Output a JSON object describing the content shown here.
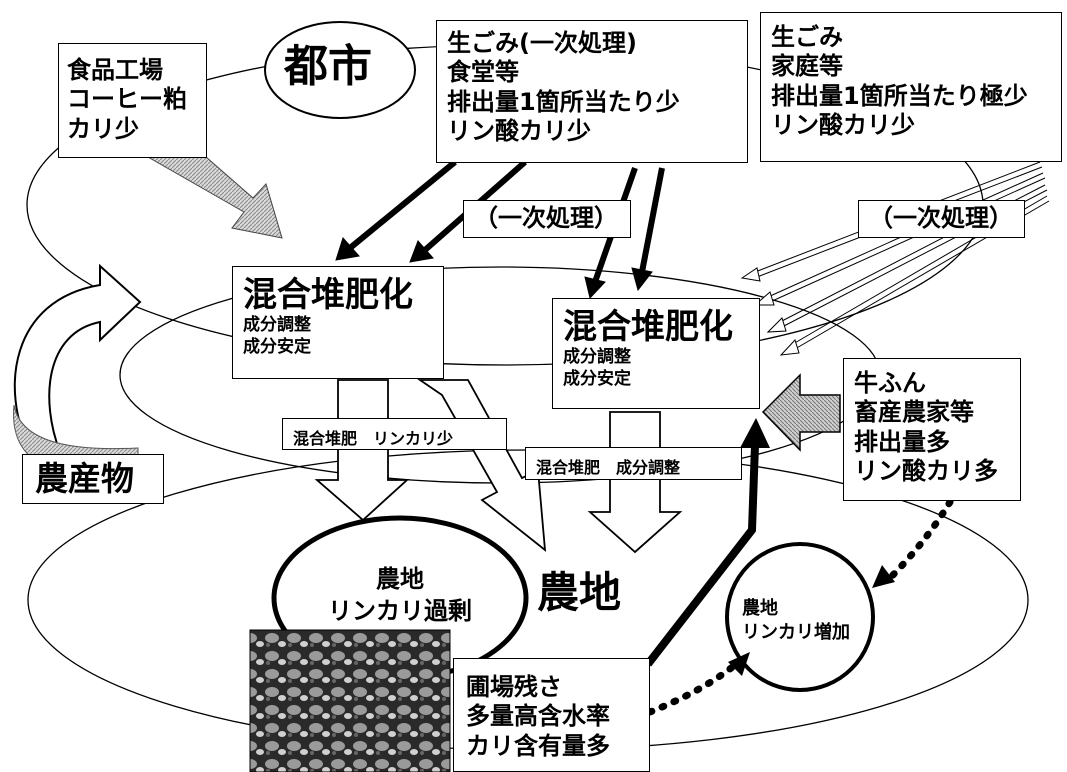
{
  "city": {
    "label": "都市"
  },
  "food_factory": {
    "lines": [
      "食品工場",
      "コーヒー粕",
      "カリ少"
    ]
  },
  "garbage_restaurant": {
    "lines": [
      "生ごみ(一次処理)",
      "食堂等",
      "排出量1箇所当たり少",
      "リン酸カリ少"
    ]
  },
  "garbage_home": {
    "lines": [
      "生ごみ",
      "家庭等",
      "排出量1箇所当たり極少",
      "リン酸カリ少"
    ]
  },
  "primary_treatment_1": {
    "label": "（一次処理）"
  },
  "primary_treatment_2": {
    "label": "（一次処理）"
  },
  "compost_left": {
    "title": "混合堆肥化",
    "items": [
      "成分調整",
      "成分安定"
    ]
  },
  "compost_right": {
    "title": "混合堆肥化",
    "items": [
      "成分調整",
      "成分安定"
    ]
  },
  "compost_low_pk": {
    "label": "混合堆肥　リンカリ少"
  },
  "compost_adjusted": {
    "label": "混合堆肥　成分調整"
  },
  "produce": {
    "label": "農産物"
  },
  "cattle": {
    "lines": [
      "牛ふん",
      "畜産農家等",
      "排出量多",
      "リン酸カリ多"
    ]
  },
  "farmland_excess": {
    "lines": [
      "農地",
      "リンカリ過剰"
    ]
  },
  "farmland_main": {
    "label": "農地"
  },
  "farmland_increase": {
    "lines": [
      "農地",
      "リンカリ増加"
    ]
  },
  "field_residue": {
    "lines": [
      "圃場残さ",
      "多量高含水率",
      "カリ含有量多"
    ]
  }
}
